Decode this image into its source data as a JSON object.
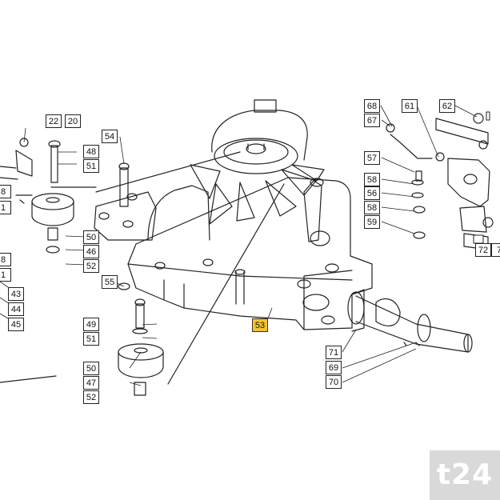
{
  "callouts": {
    "c22": "22",
    "c20": "20",
    "c54": "54",
    "c48": "48",
    "c51a": "51",
    "c50a": "50",
    "c46": "46",
    "c52a": "52",
    "c55": "55",
    "c43": "43",
    "c44": "44",
    "c45": "45",
    "c49": "49",
    "c51b": "51",
    "c50b": "50",
    "c47": "47",
    "c52b": "52",
    "c53": "53",
    "c68": "68",
    "c67": "67",
    "c61": "61",
    "c62": "62",
    "c57": "57",
    "c58a": "58",
    "c56": "56",
    "c58b": "58",
    "c59": "59",
    "c72": "72",
    "c7x": "7",
    "c71": "71",
    "c69": "69",
    "c70": "70",
    "cL8a": "8",
    "cL1a": "1",
    "cL8b": "8",
    "cL1b": "1"
  },
  "highlight": "53",
  "watermark": "t24",
  "colors": {
    "highlight": "#f4c430",
    "line": "#222222",
    "watermark_bg": "#d9d9d9"
  }
}
